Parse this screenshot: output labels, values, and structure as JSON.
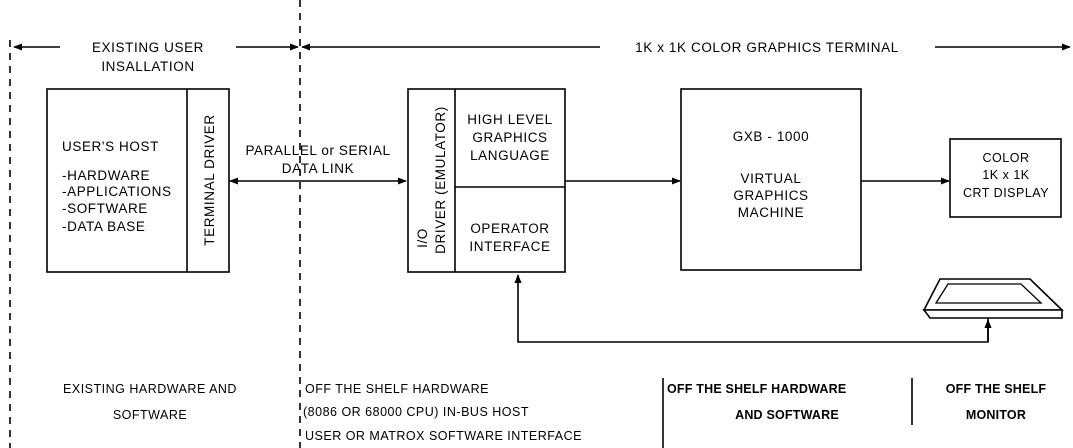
{
  "header": {
    "existing_user_line1": "EXISTING USER",
    "existing_user_line2": "INSALLATION",
    "terminal": "1K x 1K COLOR GRAPHICS TERMINAL"
  },
  "host_box": {
    "title": "USER'S HOST",
    "items": [
      "-HARDWARE",
      "-APPLICATIONS",
      "-SOFTWARE",
      "-DATA BASE"
    ],
    "terminal_driver": "TERMINAL DRIVER"
  },
  "link": {
    "line1": "PARALLEL or SERIAL",
    "line2": "DATA LINK"
  },
  "driver_box": {
    "io_driver_line1": "I/O",
    "io_driver_line2": "DRIVER (EMULATOR)",
    "language_line1": "HIGH LEVEL",
    "language_line2": "GRAPHICS",
    "language_line3": "LANGUAGE",
    "operator_line1": "OPERATOR",
    "operator_line2": "INTERFACE"
  },
  "gxb_box": {
    "line1": "GXB - 1000",
    "line2": "VIRTUAL",
    "line3": "GRAPHICS",
    "line4": "MACHINE"
  },
  "display_box": {
    "line1": "COLOR",
    "line2": "1K x 1K",
    "line3": "CRT DISPLAY"
  },
  "footer": {
    "existing_line1": "EXISTING HARDWARE AND",
    "existing_line2": "SOFTWARE",
    "offshelf_hw_line1": "OFF THE SHELF HARDWARE",
    "offshelf_hw_line2": "(8086 OR 68000 CPU) IN-BUS HOST",
    "offshelf_hw_line3": "USER OR MATROX SOFTWARE INTERFACE",
    "offshelf_hwsw_line1": "OFF THE SHELF HARDWARE",
    "offshelf_hwsw_line2": "AND SOFTWARE",
    "offshelf_mon_line1": "OFF THE SHELF",
    "offshelf_mon_line2": "MONITOR"
  },
  "icons": {
    "arrow": "arrow-head",
    "keyboard": "keyboard-tablet-icon"
  }
}
